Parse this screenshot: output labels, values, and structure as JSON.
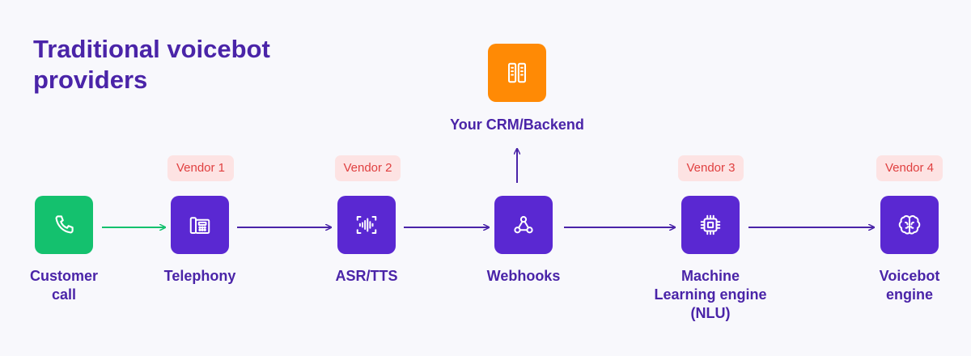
{
  "diagram": {
    "title_lines": [
      "Traditional voicebot",
      "providers"
    ],
    "nodes": {
      "customer_call": {
        "label_lines": [
          "Customer",
          "call"
        ],
        "icon": "phone-icon",
        "color": "#14c16e"
      },
      "telephony": {
        "label": "Telephony",
        "icon": "desk-phone-icon",
        "vendor": "Vendor 1",
        "color": "#5a28d2"
      },
      "asr_tts": {
        "label": "ASR/TTS",
        "icon": "waveform-icon",
        "vendor": "Vendor 2",
        "color": "#5a28d2"
      },
      "webhooks": {
        "label": "Webhooks",
        "icon": "webhook-icon",
        "color": "#5a28d2"
      },
      "crm": {
        "label": "Your CRM/Backend",
        "icon": "server-icon",
        "color": "#ff8a05"
      },
      "ml_engine": {
        "label_lines": [
          "Machine",
          "Learning engine",
          "(NLU)"
        ],
        "icon": "chip-icon",
        "vendor": "Vendor 3",
        "color": "#5a28d2"
      },
      "voicebot_engine": {
        "label_lines": [
          "Voicebot",
          "engine"
        ],
        "icon": "brain-icon",
        "vendor": "Vendor 4",
        "color": "#5a28d2"
      }
    },
    "colors": {
      "accent": "#5a28d2",
      "title": "#4a24a8",
      "connector_green": "#14c16e",
      "badge_bg": "#fde3e3",
      "badge_text": "#e04040"
    }
  }
}
